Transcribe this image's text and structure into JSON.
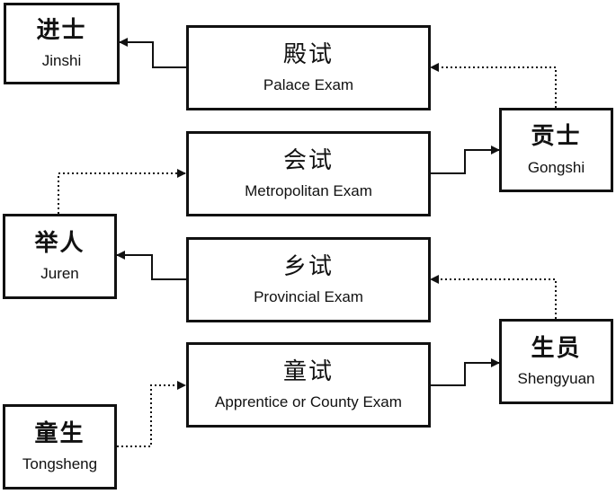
{
  "exams": [
    {
      "id": "palace",
      "zh": "殿试",
      "en": "Palace Exam"
    },
    {
      "id": "metropolitan",
      "zh": "会试",
      "en": "Metropolitan Exam"
    },
    {
      "id": "provincial",
      "zh": "乡试",
      "en": "Provincial Exam"
    },
    {
      "id": "county",
      "zh": "童试",
      "en": "Apprentice or County Exam"
    }
  ],
  "degrees": [
    {
      "id": "jinshi",
      "zh": "进士",
      "en": "Jinshi"
    },
    {
      "id": "gongshi",
      "zh": "贡士",
      "en": "Gongshi"
    },
    {
      "id": "juren",
      "zh": "举人",
      "en": "Juren"
    },
    {
      "id": "shengyuan",
      "zh": "生员",
      "en": "Shengyuan"
    },
    {
      "id": "tongsheng",
      "zh": "童生",
      "en": "Tongsheng"
    }
  ],
  "colors": {
    "line": "#111111",
    "background": "#ffffff"
  }
}
